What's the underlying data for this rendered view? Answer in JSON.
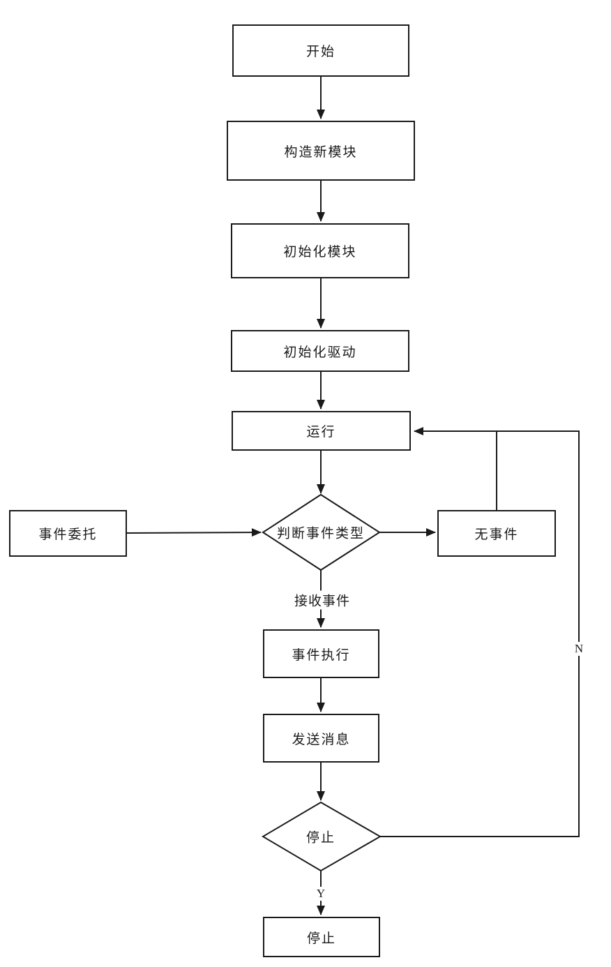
{
  "diagram": {
    "type": "flowchart",
    "title": "module event loop flowchart",
    "colors": {
      "stroke": "#1a1a1a",
      "node_fill": "#ffffff",
      "background": "#ffffff",
      "text": "#1a1a1a"
    },
    "nodes": {
      "start": {
        "label": "开始",
        "shape": "rect"
      },
      "construct_module": {
        "label": "构造新模块",
        "shape": "rect"
      },
      "init_module": {
        "label": "初始化模块",
        "shape": "rect"
      },
      "init_driver": {
        "label": "初始化驱动",
        "shape": "rect"
      },
      "run": {
        "label": "运行",
        "shape": "rect"
      },
      "judge_event_type": {
        "label": "判断事件类型",
        "shape": "diamond"
      },
      "event_delegate": {
        "label": "事件委托",
        "shape": "rect"
      },
      "no_event": {
        "label": "无事件",
        "shape": "rect"
      },
      "event_execute": {
        "label": "事件执行",
        "shape": "rect"
      },
      "send_message": {
        "label": "发送消息",
        "shape": "rect"
      },
      "stop_decision": {
        "label": "停止",
        "shape": "diamond"
      },
      "stop": {
        "label": "停止",
        "shape": "rect"
      }
    },
    "edge_labels": {
      "receive_event": "接收事件",
      "yes": "Y",
      "no": "N"
    },
    "edges": [
      {
        "from": "start",
        "to": "construct_module",
        "label": ""
      },
      {
        "from": "construct_module",
        "to": "init_module",
        "label": ""
      },
      {
        "from": "init_module",
        "to": "init_driver",
        "label": ""
      },
      {
        "from": "init_driver",
        "to": "run",
        "label": ""
      },
      {
        "from": "run",
        "to": "judge_event_type",
        "label": ""
      },
      {
        "from": "event_delegate",
        "to": "judge_event_type",
        "label": ""
      },
      {
        "from": "judge_event_type",
        "to": "no_event",
        "label": ""
      },
      {
        "from": "no_event",
        "to": "run",
        "label": ""
      },
      {
        "from": "judge_event_type",
        "to": "event_execute",
        "label": "接收事件"
      },
      {
        "from": "event_execute",
        "to": "send_message",
        "label": ""
      },
      {
        "from": "send_message",
        "to": "stop_decision",
        "label": ""
      },
      {
        "from": "stop_decision",
        "to": "run",
        "label": "N"
      },
      {
        "from": "stop_decision",
        "to": "stop",
        "label": "Y"
      }
    ]
  }
}
